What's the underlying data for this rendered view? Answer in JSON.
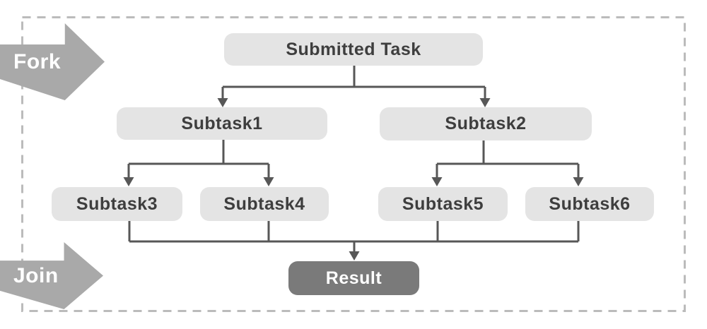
{
  "diagram": {
    "side_labels": {
      "fork": {
        "label": "Fork"
      },
      "join": {
        "label": "Join"
      }
    },
    "nodes": {
      "root": {
        "label": "Submitted Task"
      },
      "subtask1": {
        "label": "Subtask1"
      },
      "subtask2": {
        "label": "Subtask2"
      },
      "subtask3": {
        "label": "Subtask3"
      },
      "subtask4": {
        "label": "Subtask4"
      },
      "subtask5": {
        "label": "Subtask5"
      },
      "subtask6": {
        "label": "Subtask6"
      },
      "result": {
        "label": "Result"
      }
    },
    "edges": [
      {
        "from": "root",
        "to": "subtask1"
      },
      {
        "from": "root",
        "to": "subtask2"
      },
      {
        "from": "subtask1",
        "to": "subtask3"
      },
      {
        "from": "subtask1",
        "to": "subtask4"
      },
      {
        "from": "subtask2",
        "to": "subtask5"
      },
      {
        "from": "subtask2",
        "to": "subtask6"
      },
      {
        "from": "subtask3",
        "to": "result"
      },
      {
        "from": "subtask4",
        "to": "result"
      },
      {
        "from": "subtask5",
        "to": "result"
      },
      {
        "from": "subtask6",
        "to": "result"
      }
    ],
    "colors": {
      "node_bg": "#e4e4e4",
      "node_text": "#3e3e3e",
      "result_bg": "#7a7a7a",
      "result_text": "#ffffff",
      "connector": "#575757",
      "side_arrow": "#a9a9a9",
      "side_arrow_text": "#ffffff",
      "dashed_border": "#bbbbbb",
      "background": "#ffffff"
    }
  }
}
